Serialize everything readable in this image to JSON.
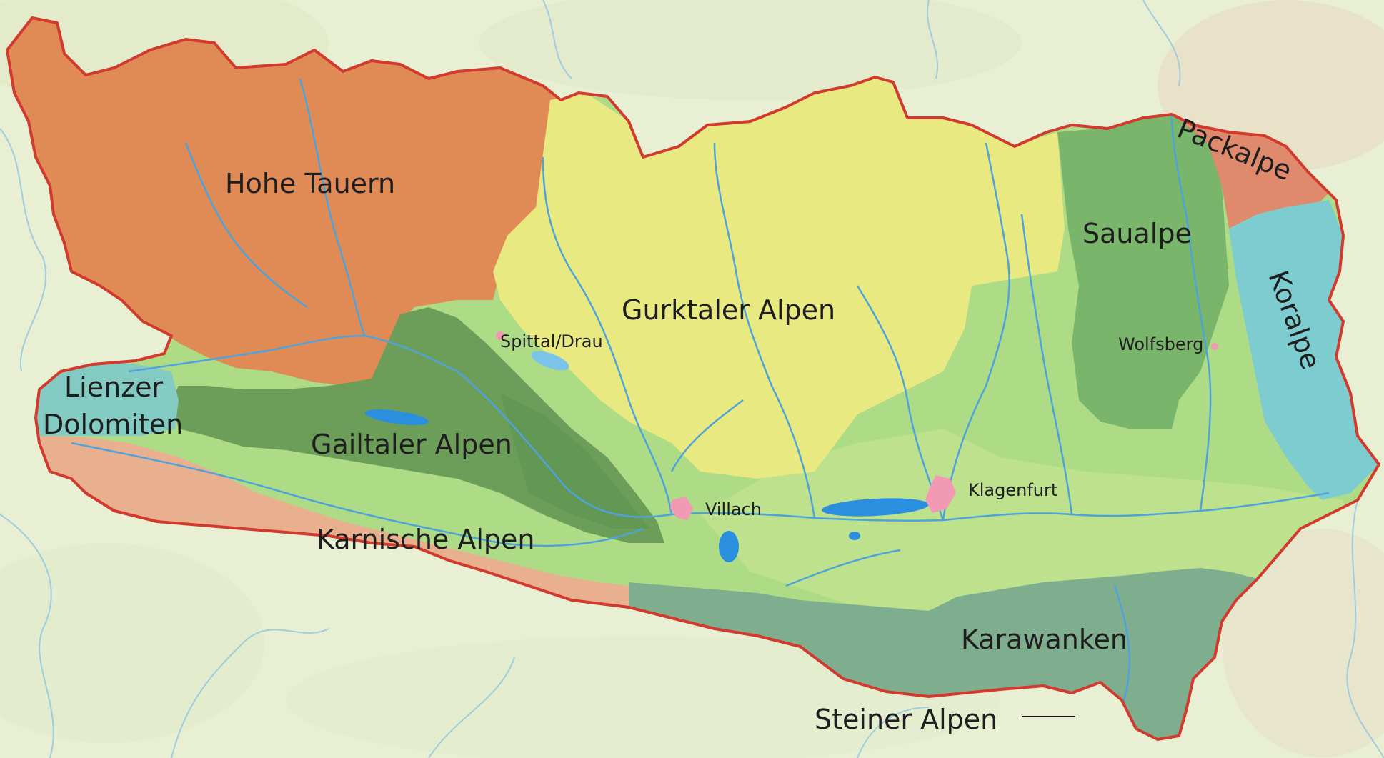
{
  "colors": {
    "background_terrain": "#e7efcf",
    "border": "#d23a2e",
    "river": "#4ea3da",
    "lake": "#2a8fde",
    "hohe_tauern": "#e08a55",
    "gurktaler_alpen": "#e9e981",
    "gailtaler_alpen": "#6c9e5a",
    "karnische_alpen": "#e8b08e",
    "lienzer_dolomiten": "#84cbc3",
    "valley_lowland": "#aedc86",
    "saualpe": "#79b56a",
    "packalpe": "#df8a6d",
    "koralpe": "#7dcdd0",
    "karawanken": "#7fae8f",
    "steiner_alpen": "#dde06d",
    "city": "#f29ab4"
  },
  "labels": {
    "hohe_tauern": "Hohe Tauern",
    "gurktaler_alpen": "Gurktaler Alpen",
    "saualpe": "Saualpe",
    "packalpe": "Packalpe",
    "koralpe": "Koralpe",
    "lienzer_line1": "Lienzer",
    "lienzer_line2": "Dolomiten",
    "gailtaler_alpen": "Gailtaler Alpen",
    "karnische_alpen": "Karnische Alpen",
    "karawanken": "Karawanken",
    "steiner_alpen": "Steiner Alpen"
  },
  "cities": {
    "spittal": "Spittal/Drau",
    "villach": "Villach",
    "klagenfurt": "Klagenfurt",
    "wolfsberg": "Wolfsberg"
  }
}
